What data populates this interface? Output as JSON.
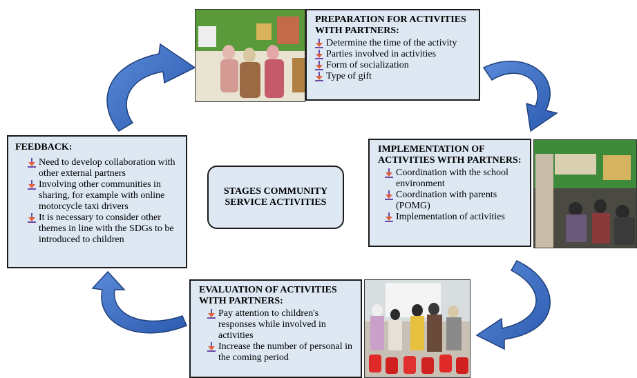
{
  "center": {
    "title": "STAGES COMMUNITY SERVICE ACTIVITIES"
  },
  "preparation": {
    "title": "PREPARATION FOR ACTIVITIES WITH PARTNERS:",
    "items": [
      "Determine the time of the activity",
      "Parties involved in activities",
      "Form of socialization",
      "Type of gift"
    ]
  },
  "implementation": {
    "title": "IMPLEMENTATION OF ACTIVITIES WITH PARTNERS:",
    "items": [
      "Coordination with the school environment",
      "Coordination with parents (POMG)",
      "Implementation of activities"
    ]
  },
  "evaluation": {
    "title": "EVALUATION OF ACTIVITIES WITH PARTNERS:",
    "items": [
      "Pay attention to children's responses while involved in activities",
      "Increase the number of personal in the coming period"
    ]
  },
  "feedback": {
    "title": "FEEDBACK:",
    "items": [
      "Need to develop collaboration with other external partners",
      "Involving other communities in sharing, for example with online motorcycle taxi drivers",
      "It is necessary to consider other themes in line with the SDGs to be introduced to children"
    ]
  },
  "colors": {
    "box_fill": "#dde8f3",
    "arrow_fill": "#3e6fc4",
    "arrow_stroke": "#1f3f7a"
  }
}
